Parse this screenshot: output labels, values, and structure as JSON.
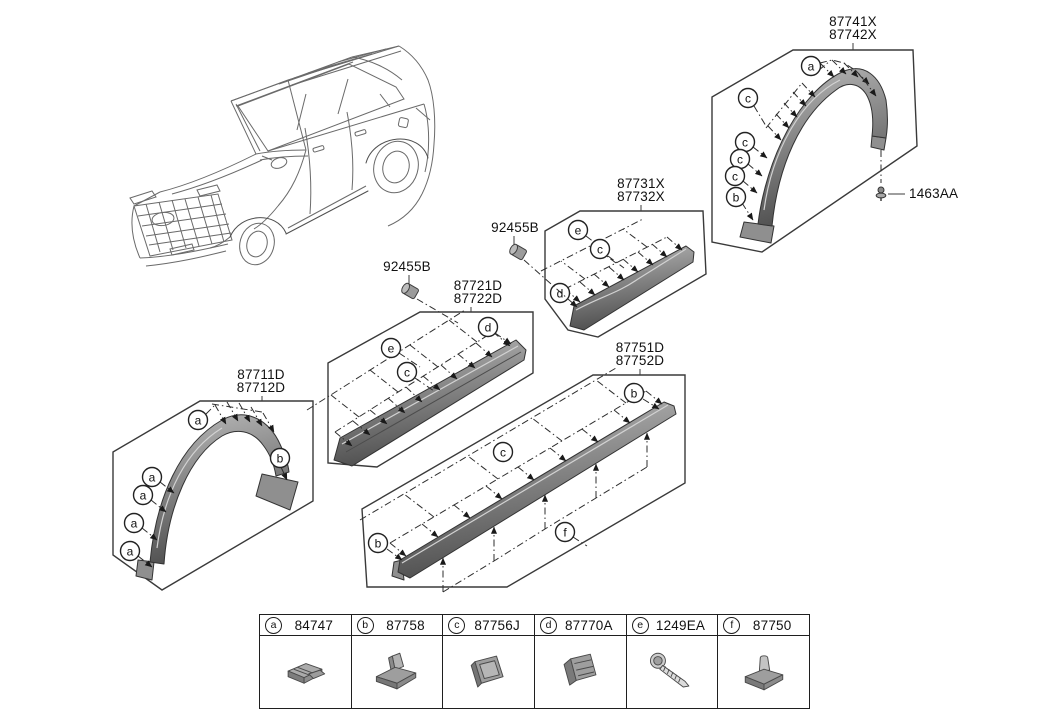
{
  "parts": {
    "rear_wheel_arch_molding": {
      "code_line1": "87741X",
      "code_line2": "87742X"
    },
    "rear_door_molding": {
      "code_line1": "87731X",
      "code_line2": "87732X"
    },
    "front_door_molding": {
      "code_line1": "87721D",
      "code_line2": "87722D"
    },
    "side_sill_molding": {
      "code_line1": "87751D",
      "code_line2": "87752D"
    },
    "front_wheel_arch_molding": {
      "code_line1": "87711D",
      "code_line2": "87712D"
    },
    "grommet_front_door": {
      "code": "92455B"
    },
    "grommet_rear_door": {
      "code": "92455B"
    },
    "screw": {
      "code": "1463AA"
    }
  },
  "callout_letters": {
    "a": "a",
    "b": "b",
    "c": "c",
    "d": "d",
    "e": "e",
    "f": "f"
  },
  "legend": {
    "items": [
      {
        "letter": "a",
        "part_number": "84747"
      },
      {
        "letter": "b",
        "part_number": "87758"
      },
      {
        "letter": "c",
        "part_number": "87756J"
      },
      {
        "letter": "d",
        "part_number": "87770A"
      },
      {
        "letter": "e",
        "part_number": "1249EA"
      },
      {
        "letter": "f",
        "part_number": "87750"
      }
    ]
  },
  "colors": {
    "line": "#3c3c3c",
    "molding_dark": "#555555",
    "molding_light": "#b5b5b5"
  }
}
